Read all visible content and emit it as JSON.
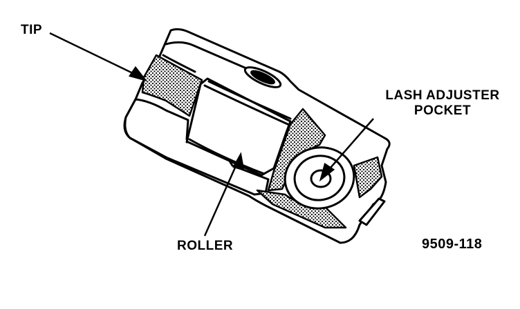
{
  "labels": {
    "tip": "TIP",
    "lash_adjuster_line1": "LASH ADJUSTER",
    "lash_adjuster_line2": "POCKET",
    "roller": "ROLLER",
    "figure_number": "9509-118"
  },
  "colors": {
    "ink": "#000000",
    "paper": "#ffffff"
  }
}
